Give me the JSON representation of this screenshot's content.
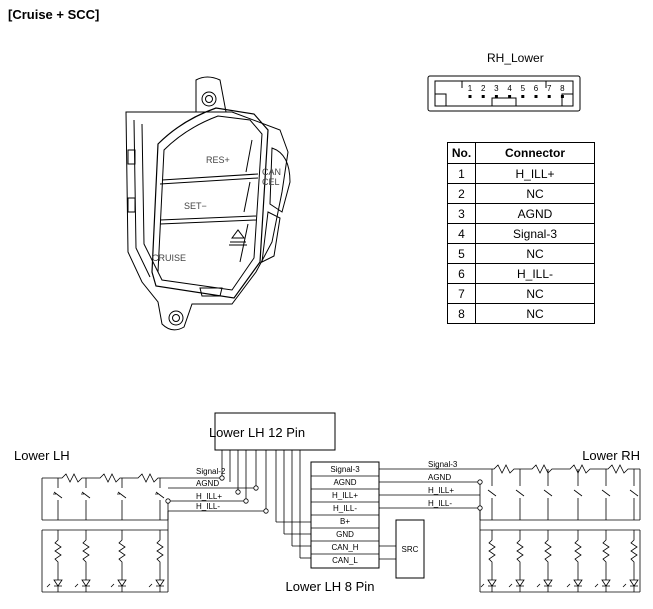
{
  "title": "[Cruise + SCC]",
  "connector": {
    "name": "RH_Lower",
    "pin_numbers": [
      "1",
      "2",
      "3",
      "4",
      "5",
      "6",
      "7",
      "8"
    ]
  },
  "switch": {
    "labels": {
      "res": "RES+",
      "set": "SET−",
      "cruise": "CRUISE",
      "cancel_1": "CAN",
      "cancel_2": "CEL"
    }
  },
  "pin_table": {
    "headers": [
      "No.",
      "Connector"
    ],
    "rows": [
      {
        "no": "1",
        "connector": "H_ILL+"
      },
      {
        "no": "2",
        "connector": "NC"
      },
      {
        "no": "3",
        "connector": "AGND"
      },
      {
        "no": "4",
        "connector": "Signal-3"
      },
      {
        "no": "5",
        "connector": "NC"
      },
      {
        "no": "6",
        "connector": "H_ILL-"
      },
      {
        "no": "7",
        "connector": "NC"
      },
      {
        "no": "8",
        "connector": "NC"
      }
    ]
  },
  "schematic": {
    "box_12pin": "Lower LH 12 Pin",
    "box_8pin": "Lower LH 8 Pin",
    "left_label": "Lower LH",
    "right_label": "Lower RH",
    "left_signals": [
      "Signal-2",
      "AGND",
      "H_ILL+",
      "H_ILL-"
    ],
    "center_pins": [
      "Signal-3",
      "AGND",
      "H_ILL+",
      "H_ILL-",
      "B+",
      "GND",
      "CAN_H",
      "CAN_L"
    ],
    "right_signals": [
      "Signal-3",
      "AGND",
      "H_ILL+",
      "H_ILL-"
    ],
    "src_label": "SRC"
  }
}
